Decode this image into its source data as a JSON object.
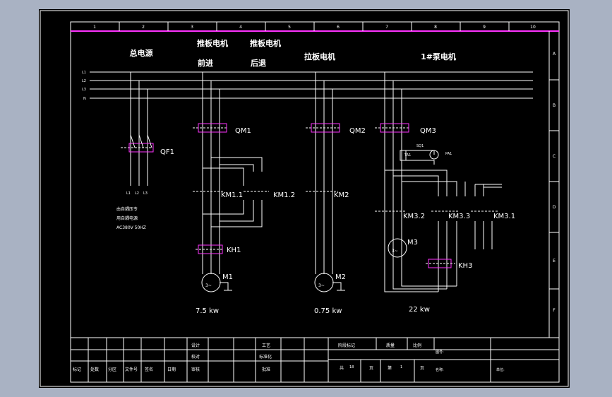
{
  "columns": [
    "1",
    "2",
    "3",
    "4",
    "5",
    "6",
    "7",
    "8",
    "9",
    "10"
  ],
  "rows": [
    "A",
    "B",
    "C",
    "D",
    "E",
    "F"
  ],
  "headers": {
    "main_power": "总电源",
    "pusher_forward_top": "推板电机",
    "pusher_forward_bottom": "前进",
    "pusher_back_top": "推板电机",
    "pusher_back_bottom": "后退",
    "pull_motor": "拉板电机",
    "pump_motor": "1#泵电机"
  },
  "bus": [
    "L1",
    "L2",
    "L3",
    "N"
  ],
  "components": {
    "qf1": "QF1",
    "qm1": "QM1",
    "qm2": "QM2",
    "qm3": "QM3",
    "km11": "KM1.1",
    "km12": "KM1.2",
    "km2": "KM2",
    "km32": "KM3.2",
    "km33": "KM3.3",
    "km31": "KM3.1",
    "kh1": "KH1",
    "kh3": "KH3",
    "m1": "M1",
    "m2": "M2",
    "m3": "M3",
    "ta1": "TA1",
    "sq1": "SQ1",
    "pa1": "PA1",
    "motor_symbol": "3~"
  },
  "qf1_outputs": [
    "L1",
    "L2",
    "L3"
  ],
  "note_lines": [
    "由自耦压专",
    "用自耦电源",
    "AC380V 50HZ"
  ],
  "powers": {
    "m1": "7.5 kw",
    "m2": "0.75 kw",
    "m3": "22 kw"
  },
  "title_block": {
    "design": "设计",
    "check": "校对",
    "review": "审核",
    "process": "工艺",
    "standard": "标准化",
    "approve": "批准",
    "stage_mark": "阶段标记",
    "weight": "质量",
    "scale": "比例",
    "total_label": "共",
    "total_value": "18",
    "page_unit": "页",
    "sheet_label": "第",
    "sheet_value": "1",
    "sheet_unit": "页",
    "drawing_no": "图号:",
    "name": "名称:",
    "mark": "标记",
    "count": "处数",
    "zone": "分区",
    "doc_no": "文件号",
    "signature": "签名",
    "date": "日期",
    "unit": "单位:"
  }
}
